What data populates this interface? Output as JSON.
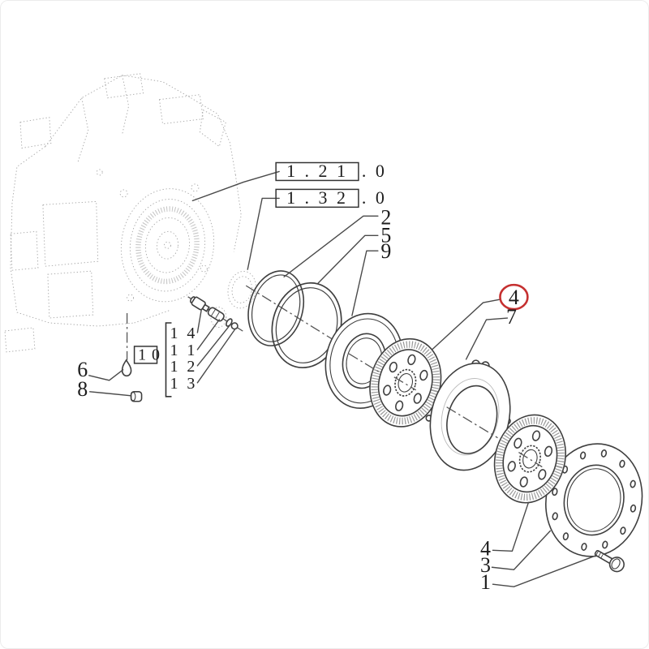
{
  "colors": {
    "line": "#3f3f3f",
    "faint_housing": "#a6a6a6",
    "accent_red": "#c53030",
    "background": "#ffffff"
  },
  "reference_boxes": [
    {
      "code": "1 . 2 1",
      "suffix": ". 0"
    },
    {
      "code": "1 . 3 2",
      "suffix": ". 0"
    }
  ],
  "assembly_box": {
    "code": "1",
    "suffix": "0"
  },
  "callouts": {
    "seal_group": [
      {
        "label": "2"
      },
      {
        "label": "5"
      },
      {
        "label": "9"
      }
    ],
    "friction_disc_circled": {
      "label": "4"
    },
    "pressure_plate": {
      "label": "7"
    },
    "left_plugs": [
      {
        "label": "6"
      },
      {
        "label": "8"
      }
    ],
    "bleeder_valve_parts": [
      {
        "label": "1 4"
      },
      {
        "label": "1 1"
      },
      {
        "label": "1 2"
      },
      {
        "label": "1 3"
      }
    ],
    "bottom_parts": [
      {
        "label": "4"
      },
      {
        "label": "3"
      },
      {
        "label": "1"
      }
    ]
  }
}
